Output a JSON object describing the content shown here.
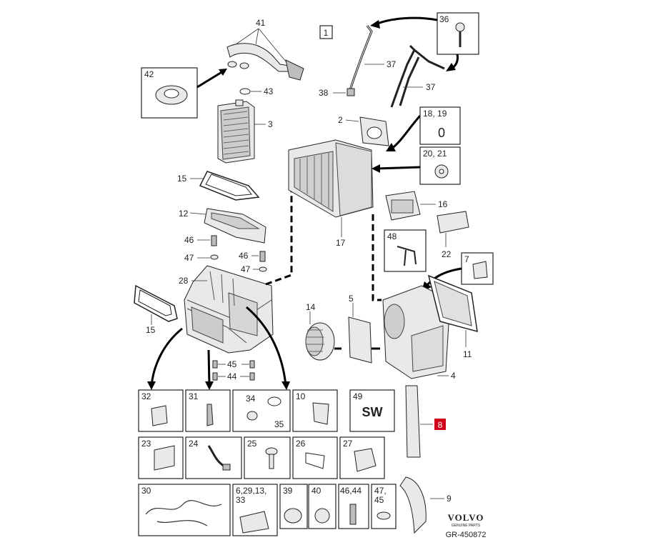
{
  "colors": {
    "highlight": "#d0021b"
  },
  "header": {
    "view_number": "1"
  },
  "callouts": {
    "c41": "41",
    "c42": "42",
    "c43": "43",
    "c3": "3",
    "c15a": "15",
    "c12": "12",
    "c46a": "46",
    "c47a": "47",
    "c46b": "46",
    "c47b": "47",
    "c28": "28",
    "c15b": "15",
    "c45": "45",
    "c44": "44",
    "c36": "36",
    "c37a": "37",
    "c37b": "37",
    "c38": "38",
    "c2": "2",
    "c1819": "18, 19",
    "c2021": "20, 21",
    "c16": "16",
    "c17": "17",
    "c48": "48",
    "c22": "22",
    "c7": "7",
    "c14": "14",
    "c5": "5",
    "c11": "11",
    "c4": "4",
    "c8": "8",
    "c9": "9"
  },
  "boxes": {
    "b32": "32",
    "b31": "31",
    "b34": "34",
    "b35": "35",
    "b10": "10",
    "b49": "49",
    "sw": "SW",
    "b23": "23",
    "b24": "24",
    "b25": "25",
    "b26": "26",
    "b27": "27",
    "b30": "30",
    "b6": "6,29,13,",
    "b33": "33",
    "b39": "39",
    "b40": "40",
    "b4644": "46,44",
    "b47": "47,",
    "b45": "45",
    "zero": "0"
  },
  "footer": {
    "brand": "VOLVO",
    "brand_sub": "GENUINE PARTS",
    "code": "GR-450872"
  }
}
